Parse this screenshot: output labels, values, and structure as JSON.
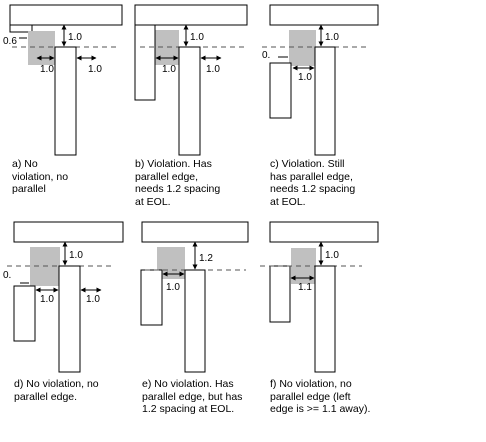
{
  "panels": [
    {
      "id": "a",
      "caption": "a) No\nviolation, no\nparallel",
      "labels": {
        "eol_width": "1.0",
        "left_space": "1.0",
        "right_space": "1.0",
        "side_dim": "0.6"
      }
    },
    {
      "id": "b",
      "caption": "b) Violation. Has\nparallel edge,\nneeds 1.2 spacing\nat EOL.",
      "labels": {
        "eol_width": "1.0",
        "left_space": "1.0",
        "right_space": "1.0"
      }
    },
    {
      "id": "c",
      "caption": "c) Violation. Still\nhas parallel edge,\nneeds 1.2 spacing\nat EOL.",
      "labels": {
        "eol_width": "1.0",
        "left_space": "1.0",
        "side_dim": "0."
      }
    },
    {
      "id": "d",
      "caption": "d) No violation, no\nparallel edge.",
      "labels": {
        "eol_width": "1.0",
        "left_space": "1.0",
        "right_space": "1.0",
        "side_dim": "0."
      }
    },
    {
      "id": "e",
      "caption": "e) No violation. Has\nparallel edge, but has\n1.2 spacing at EOL.",
      "labels": {
        "eol_width": "1.2",
        "left_space": "1.0"
      }
    },
    {
      "id": "f",
      "caption": "f) No violation, no\nparallel edge (left\nedge is >= 1.1 away).",
      "labels": {
        "eol_width": "1.0",
        "left_space": "1.1"
      }
    }
  ],
  "colors": {
    "shade": "#c0c0c0",
    "stroke": "#000000",
    "dash": "#555555"
  }
}
